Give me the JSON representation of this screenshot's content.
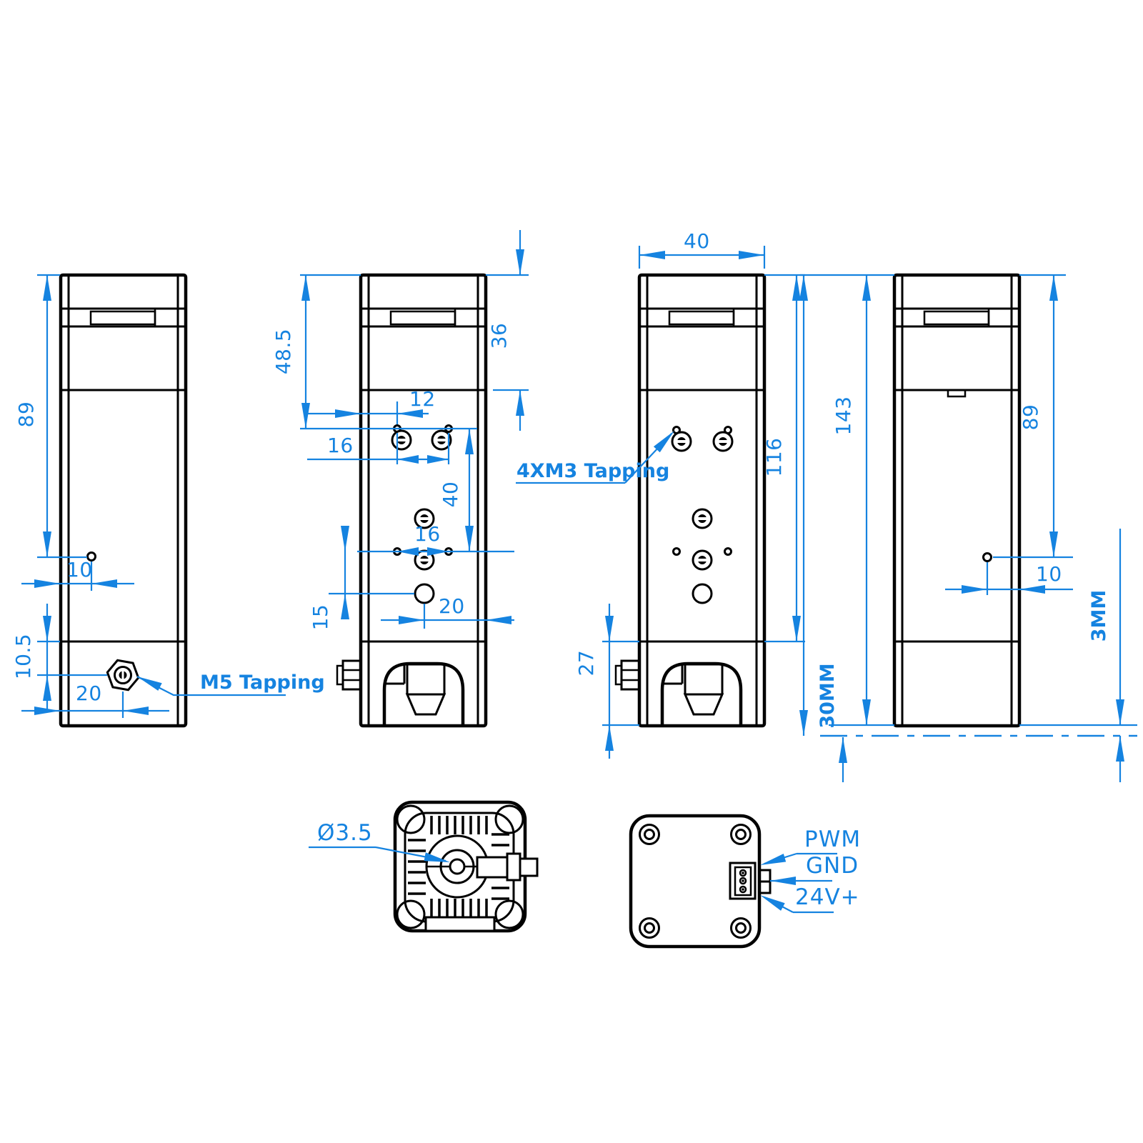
{
  "drawing": {
    "colors": {
      "outline": "#000000",
      "dimension": "#1583E0",
      "background": "#ffffff"
    },
    "front_view": {
      "height": "89",
      "hole_offset": "10",
      "m5_height": "10.5",
      "m5_offset": "20",
      "callout": "M5 Tapping"
    },
    "left_side_view": {
      "top_section": "48.5",
      "cap_height": "36",
      "edge_to_hole": "12",
      "hole_span_top": "16",
      "row_span": "40",
      "hole_span_bottom": "16",
      "nozzle_height": "15",
      "nozzle_offset": "20"
    },
    "back_view": {
      "width": "40",
      "body_height": "116",
      "bottom_section": "27",
      "callout": "4XM3 Tapping"
    },
    "right_side_view": {
      "total_height": "143",
      "height": "89",
      "hole_offset": "10",
      "focus_distance": "30MM",
      "focus_gap": "3MM"
    },
    "bottom_view": {
      "diameter": "Ø3.5"
    },
    "top_view": {
      "pin_labels": [
        "PWM",
        "GND",
        "24V+"
      ]
    }
  }
}
